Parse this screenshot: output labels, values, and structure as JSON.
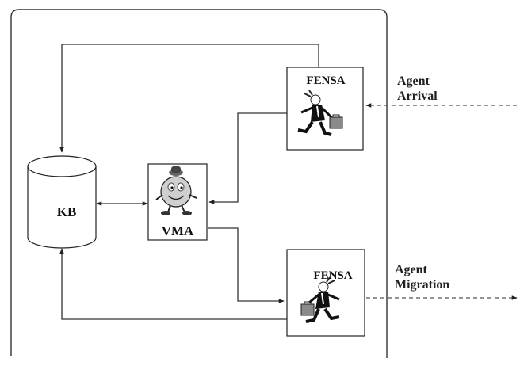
{
  "nodes": {
    "kb": {
      "label": "KB"
    },
    "vma": {
      "label": "VMA",
      "icon": "smiling-ball-character-icon"
    },
    "fensa_top": {
      "label": "FENSA",
      "icon": "running-agent-with-briefcase-icon"
    },
    "fensa_bottom": {
      "label": "FENSA",
      "icon": "running-agent-with-briefcase-icon"
    }
  },
  "external": {
    "arrival": {
      "line1": "Agent",
      "line2": "Arrival"
    },
    "migration": {
      "line1": "Agent",
      "line2": "Migration"
    }
  }
}
